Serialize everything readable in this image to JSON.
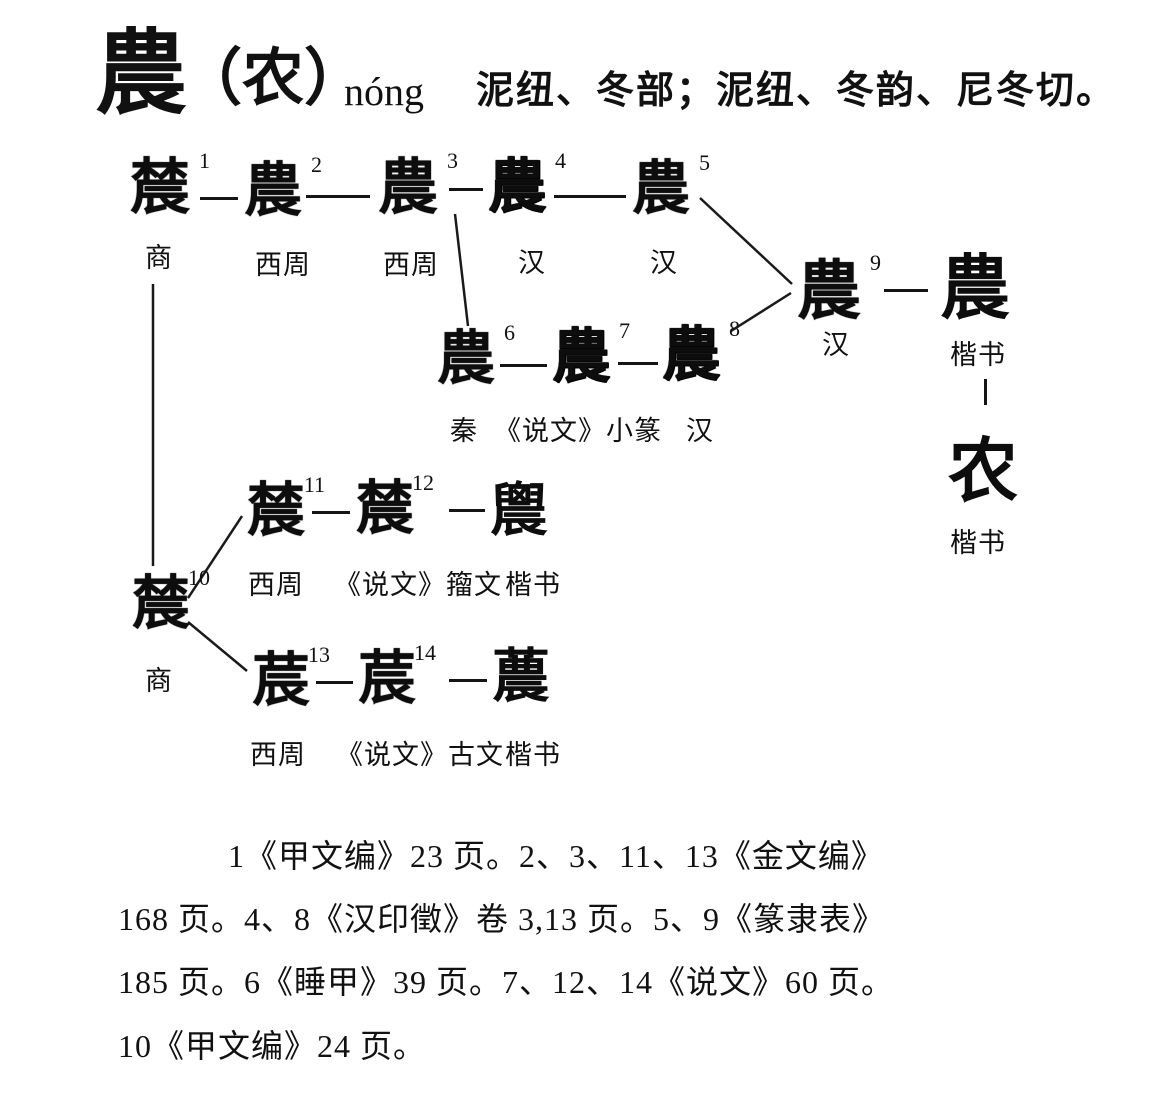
{
  "header": {
    "main_char": "農",
    "paren_char": "（农）",
    "pinyin": "nóng",
    "phonology": "泥纽、冬部；泥纽、冬韵、尼冬切。"
  },
  "diagram": {
    "nodes": [
      {
        "num": "1",
        "glyph": "辳",
        "era": "商"
      },
      {
        "num": "2",
        "glyph": "農",
        "era": "西周"
      },
      {
        "num": "3",
        "glyph": "農",
        "era": "西周"
      },
      {
        "num": "4",
        "glyph": "農",
        "era": "汉"
      },
      {
        "num": "5",
        "glyph": "農",
        "era": "汉"
      },
      {
        "num": "6",
        "glyph": "農",
        "era": "秦"
      },
      {
        "num": "7",
        "glyph": "農",
        "era": "《说文》小篆"
      },
      {
        "num": "8",
        "glyph": "農",
        "era": "汉"
      },
      {
        "num": "9",
        "glyph": "農",
        "era": "汉"
      },
      {
        "num": "",
        "glyph": "農",
        "era": "楷书"
      },
      {
        "num": "",
        "glyph": "农",
        "era": "楷书"
      },
      {
        "num": "10",
        "glyph": "辳",
        "era": "商"
      },
      {
        "num": "11",
        "glyph": "辳",
        "era": "西周"
      },
      {
        "num": "12",
        "glyph": "辳",
        "era": "《说文》籀文"
      },
      {
        "num": "",
        "glyph": "䢉",
        "era": "楷书"
      },
      {
        "num": "13",
        "glyph": "莀",
        "era": "西周"
      },
      {
        "num": "14",
        "glyph": "莀",
        "era": "《说文》古文"
      },
      {
        "num": "",
        "glyph": "蕽",
        "era": "楷书"
      }
    ]
  },
  "references": {
    "lines": [
      "1《甲文编》23 页。2、3、11、13《金文编》",
      "168 页。4、8《汉印徵》卷 3,13 页。5、9《篆隶表》",
      "185 页。6《睡甲》39 页。7、12、14《说文》60 页。",
      "10《甲文编》24 页。"
    ]
  }
}
